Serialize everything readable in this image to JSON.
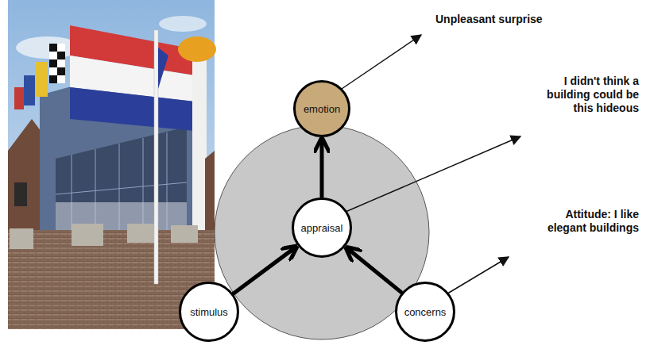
{
  "diagram": {
    "nodes": [
      {
        "text": [
          "emotion"
        ]
      },
      {
        "text": [
          "appraisal"
        ]
      },
      {
        "text": [
          "stimulus"
        ]
      },
      {
        "text": [
          "concerns"
        ]
      }
    ],
    "edges": [
      {
        "from": 2,
        "to": 1,
        "arrow": "to"
      },
      {
        "from": 3,
        "to": 1,
        "arrow": "to"
      },
      {
        "from": 1,
        "to": 0,
        "arrow": "to"
      }
    ],
    "labels": [
      "Unpleasant surprise",
      "I didn't think a building could be this hideous",
      "Attitude: I like elegant buildings"
    ]
  }
}
